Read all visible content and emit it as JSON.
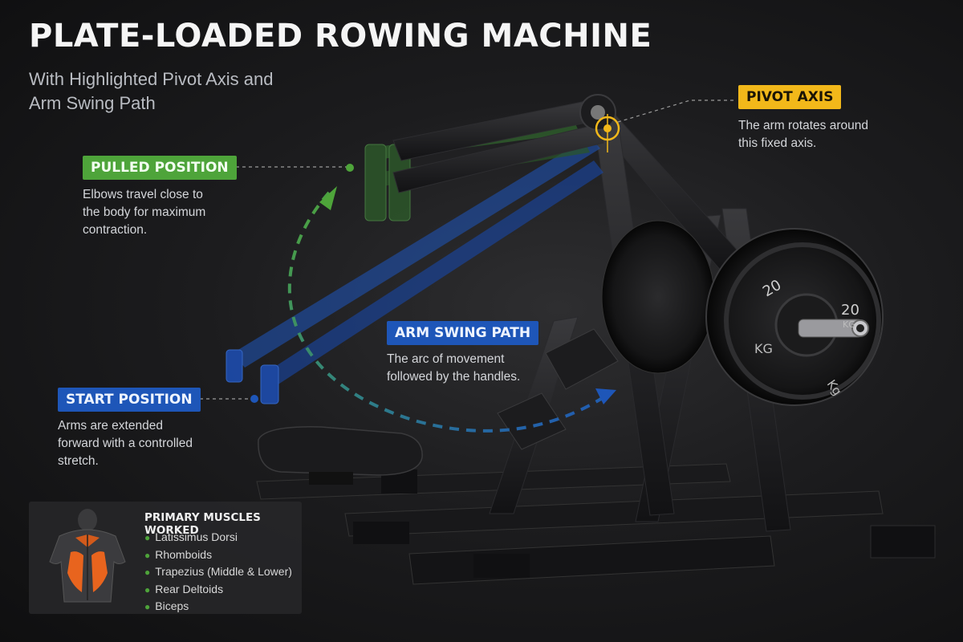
{
  "title": "PLATE-LOADED ROWING MACHINE",
  "subtitle": "With Highlighted Pivot Axis and Arm Swing Path",
  "colors": {
    "green": "#4ea43a",
    "blue": "#1e56b8",
    "yellow": "#f2b81a"
  },
  "callouts": {
    "pulled": {
      "label": "PULLED POSITION",
      "description": "Elbows travel close to the body for maximum contraction."
    },
    "start": {
      "label": "START POSITION",
      "description": "Arms are extended forward with a controlled stretch."
    },
    "swing": {
      "label": "ARM SWING PATH",
      "description": "The arc of movement followed by the handles."
    },
    "pivot": {
      "label": "PIVOT AXIS",
      "description": "The arm rotates around this fixed axis."
    }
  },
  "plate": {
    "weight_label": "20",
    "unit_label": "KG",
    "unit_alt": "Kg"
  },
  "muscles": {
    "title": "PRIMARY MUSCLES WORKED",
    "items": [
      "Latissimus Dorsi",
      "Rhomboids",
      "Trapezius (Middle & Lower)",
      "Rear Deltoids",
      "Biceps"
    ]
  }
}
